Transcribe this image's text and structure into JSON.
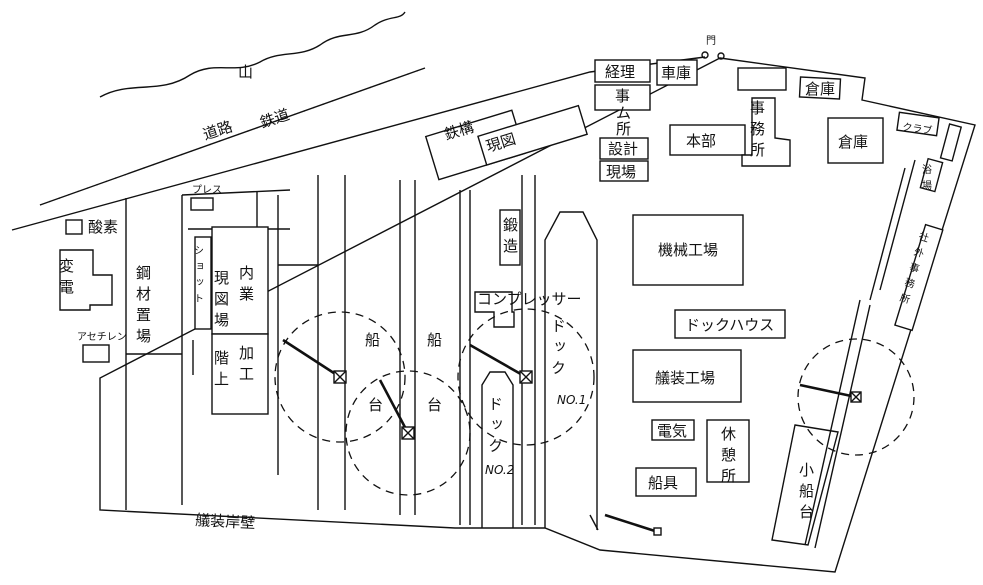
{
  "labels": {
    "mountain": "山",
    "road": "道路",
    "railway": "鉄道",
    "gate": "門",
    "steel_structure": "鉄構",
    "drafting_1": "現図",
    "accounting": "経理",
    "garage": "車庫",
    "office_1": "事",
    "office_2": "ム",
    "office_3": "所",
    "design": "設計",
    "site": "現場",
    "headquarters": "本部",
    "office_building": "事務所",
    "warehouse_1": "倉庫",
    "warehouse_2": "倉庫",
    "club": "クラブ",
    "bathhouse": "浴場",
    "contractor_office": "社外事務所",
    "press": "プレス",
    "oxygen": "酸素",
    "substation": "変電",
    "steel_yard": "鋼材置場",
    "acetylene": "アセチレン",
    "shot": "ショット",
    "mold_loft": "現図場",
    "inner_work": "内業",
    "processing": "加工",
    "upstairs": "階上",
    "slipway_a_1": "船",
    "slipway_a_2": "台",
    "slipway_b_1": "船",
    "slipway_b_2": "台",
    "forging": "鍛造",
    "compressor": "コンプレッサー",
    "dock1": "ドック",
    "dock1_no": "NO.1",
    "dock2": "ドック",
    "dock2_no": "NO.2",
    "machine_shop": "機械工場",
    "dock_house": "ドックハウス",
    "outfitting_shop": "艤装工場",
    "electrical": "電気",
    "rest_area": "休憩所",
    "ship_gear": "船具",
    "small_slipway": "小船台",
    "outfitting_quay": "艤装岸壁"
  }
}
